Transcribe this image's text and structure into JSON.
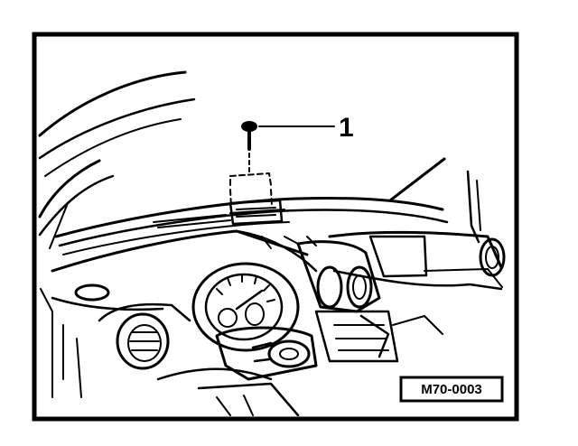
{
  "figure": {
    "callouts": [
      {
        "number": "1",
        "part": "screw"
      }
    ],
    "reference_code": "M70-0003",
    "colors": {
      "ink": "#000000",
      "paper": "#ffffff"
    }
  }
}
